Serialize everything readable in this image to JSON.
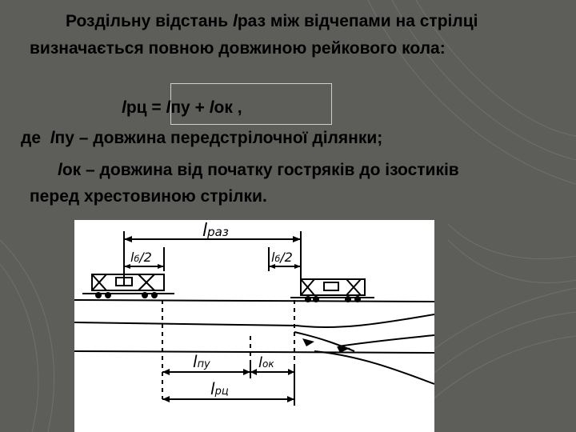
{
  "slide": {
    "background_color": "#5d5e5a",
    "text_color": "#000000",
    "paragraph": {
      "line1_pre": "Роздільну відстань ",
      "line1_var": "l",
      "line1_post": "раз між відчепами на стрілці",
      "line2": "визначається повною довжиною рейкового кола:"
    },
    "formula": {
      "lhs_var": "l",
      "lhs_sub": "рц",
      "eq": " = ",
      "t1_var": "l",
      "t1_sub": "пу",
      "plus": " + ",
      "t2_var": "l",
      "t2_sub": "ок ,"
    },
    "definitions": {
      "def1_prefix": "де  ",
      "def1_var": "l",
      "def1_text": "пу – довжина передстрілочної ділянки;",
      "def2_var": "l",
      "def2_text": "ок – довжина від початку гостряків до ізостиків",
      "def3_text": "перед хрестовиною стрілки."
    },
    "diagram": {
      "label_raz_var": "l",
      "label_raz_sub": "раз",
      "label_lb_left_var": "l",
      "label_lb_left_sub": "б",
      "label_lb_left_div": "/2",
      "label_lb_right_var": "l",
      "label_lb_right_sub": "б",
      "label_lb_right_div": "/2",
      "label_pu_var": "l",
      "label_pu_sub": "пу",
      "label_ok_var": "l",
      "label_ok_sub": "ок",
      "label_rc_var": "l",
      "label_rc_sub": "рц"
    }
  }
}
